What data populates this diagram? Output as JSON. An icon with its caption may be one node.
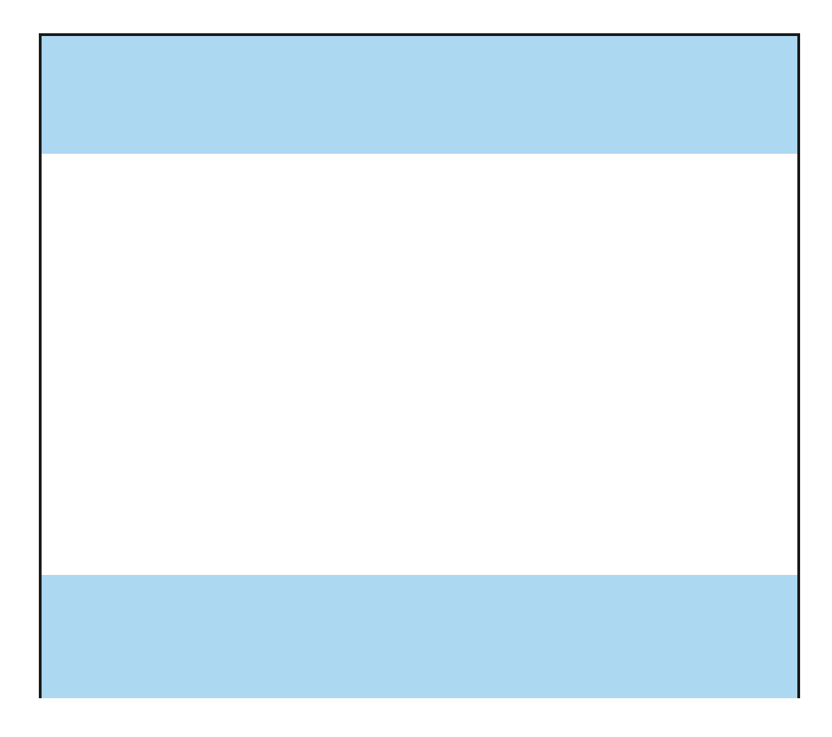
{
  "diagram": {
    "nodes": [
      {
        "text": [],
        "shape": "box"
      },
      {
        "text": [],
        "shape": "bar",
        "in": 0
      },
      {
        "text": [],
        "shape": "bar",
        "in": 0
      }
    ]
  }
}
